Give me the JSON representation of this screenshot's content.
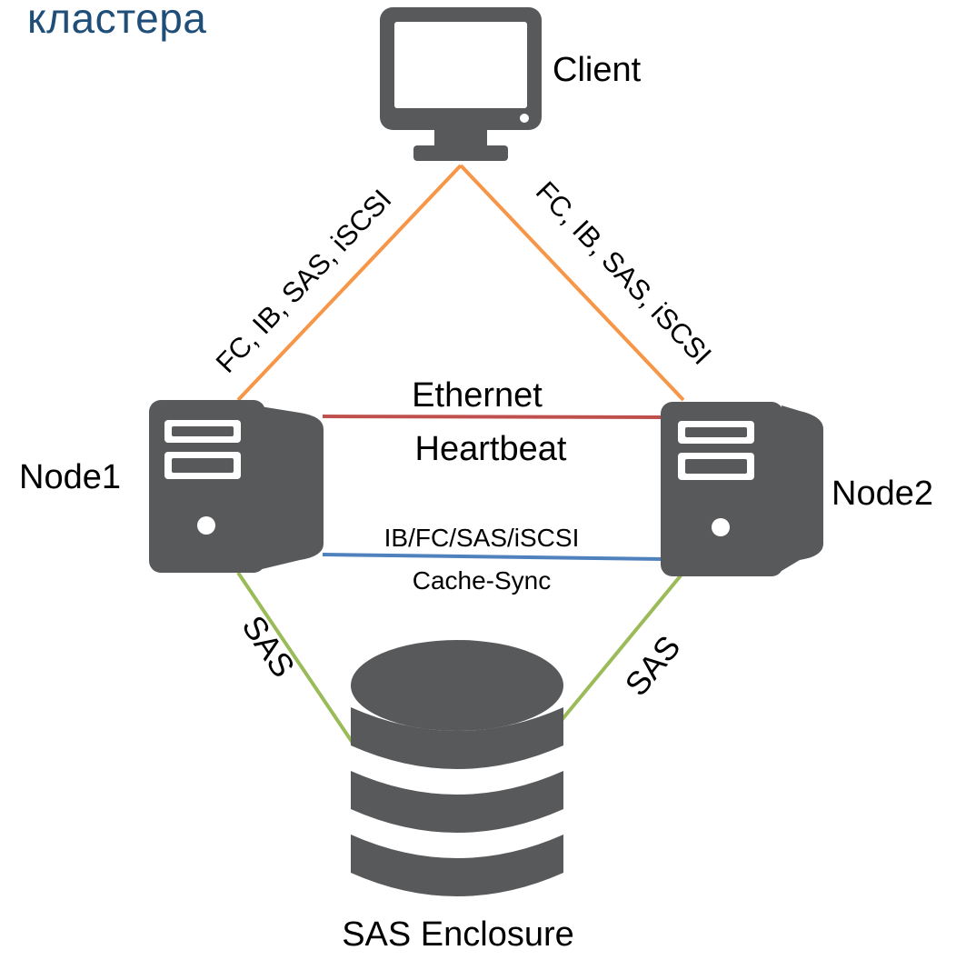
{
  "heading": "кластера",
  "nodes": {
    "client": "Client",
    "node1": "Node1",
    "node2": "Node2",
    "enclosure": "SAS Enclosure"
  },
  "links": {
    "client_node1": "FC, IB, SAS, iSCSI",
    "client_node2": "FC, IB, SAS, iSCSI",
    "heartbeat_top": "Ethernet",
    "heartbeat_bottom": "Heartbeat",
    "cache_top": "IB/FC/SAS/iSCSI",
    "cache_bottom": "Cache-Sync",
    "node1_enclosure": "SAS",
    "node2_enclosure": "SAS"
  },
  "colors": {
    "heading": "#1f4e79",
    "icon": "#58595b",
    "client_link": "#f79646",
    "heartbeat_link": "#c0504d",
    "cache_link": "#4f81bd",
    "sas_link": "#9bbb59"
  }
}
